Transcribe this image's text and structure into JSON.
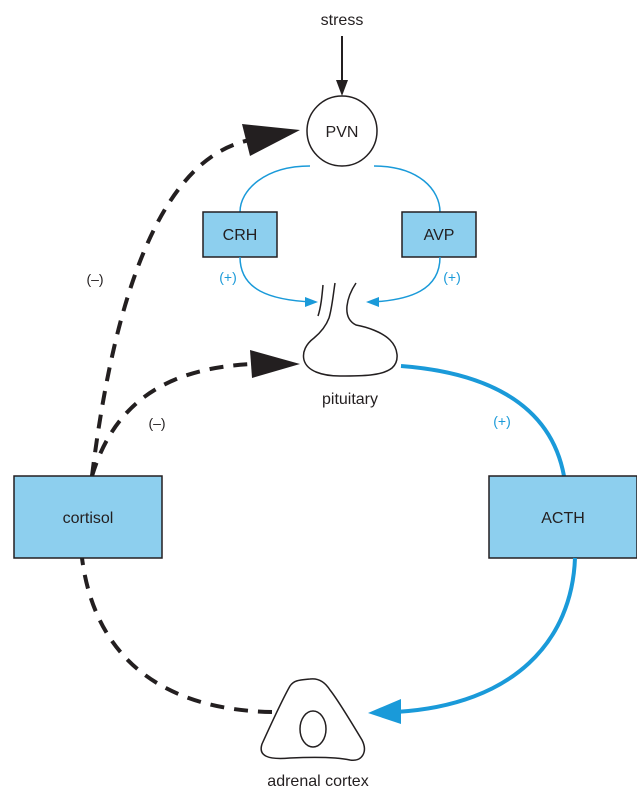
{
  "labels": {
    "stress": "stress",
    "pvn": "PVN",
    "crh": "CRH",
    "avp": "AVP",
    "pituitary": "pituitary",
    "acth": "ACTH",
    "cortisol": "cortisol",
    "adrenal_cortex": "adrenal cortex"
  },
  "signs": {
    "crh_effect": "(+)",
    "avp_effect": "(+)",
    "acth_effect": "(+)",
    "cortisol_pvn_feedback": "(–)",
    "cortisol_pituitary_feedback": "(–)"
  },
  "colors": {
    "stimulatory_line": "#1a9ad9",
    "box_fill": "#8dcfee",
    "inhibitory_line": "#231f20",
    "outline": "#231f20"
  }
}
